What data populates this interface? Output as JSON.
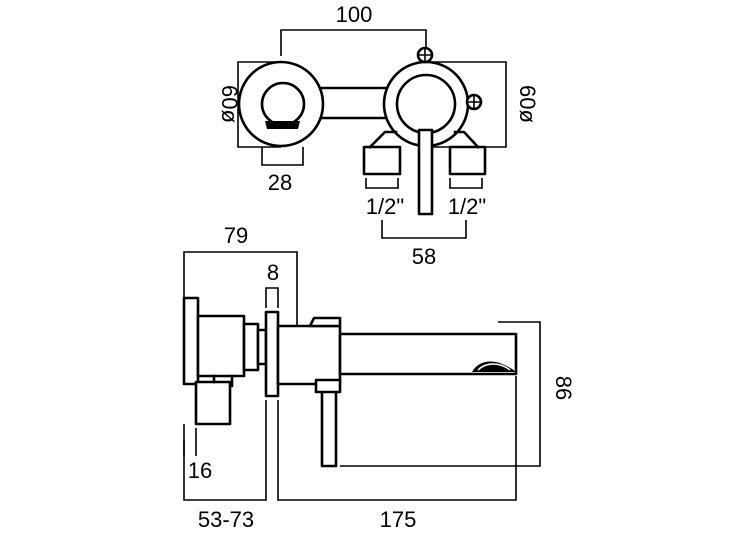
{
  "top_view": {
    "width_dim": "100",
    "left_diameter": "60ø",
    "right_diameter": "60ø",
    "stem_width": "28",
    "left_thread": "1/2\"",
    "right_thread": "1/2\"",
    "thread_spacing": "58"
  },
  "side_view": {
    "overall_depth": "79",
    "plate_thickness": "8",
    "height_dim": "86",
    "fixing_depth": "16",
    "wall_range": "53-73",
    "projection": "175"
  }
}
